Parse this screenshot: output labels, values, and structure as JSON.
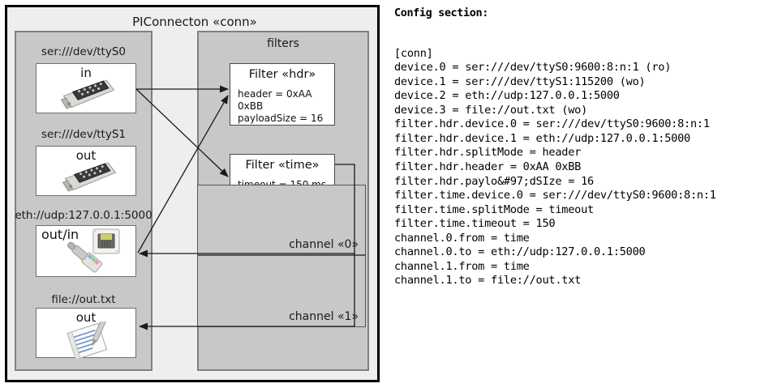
{
  "diagram": {
    "outer_title": "PIConnecton «conn»",
    "devices_group": {
      "title": "",
      "devices": [
        {
          "label": "ser:///dev/ttyS0",
          "direction": "in",
          "icon": "serial-port-icon"
        },
        {
          "label": "ser:///dev/ttyS1",
          "direction": "out",
          "icon": "serial-port-icon"
        },
        {
          "label": "eth://udp:127.0.0.1:5000",
          "direction": "out/in",
          "icon": "ethernet-port-icon"
        },
        {
          "label": "file://out.txt",
          "direction": "out",
          "icon": "text-file-icon"
        }
      ]
    },
    "filters_group": {
      "title": "filters",
      "filters": [
        {
          "title": "Filter «hdr»",
          "props": [
            "header = 0xAA 0xBB",
            "payloadSize = 16"
          ]
        },
        {
          "title": "Filter «time»",
          "props": [
            "timeout = 150 ms"
          ]
        }
      ],
      "channels": [
        {
          "label": "channel «0»"
        },
        {
          "label": "channel «1»"
        }
      ]
    }
  },
  "config": {
    "heading": "Config section:",
    "lines": "[conn]\ndevice.0 = ser:///dev/ttyS0:9600:8:n:1 (ro)\ndevice.1 = ser:///dev/ttyS1:115200 (wo)\ndevice.2 = eth://udp:127.0.0.1:5000\ndevice.3 = file://out.txt (wo)\nfilter.hdr.device.0 = ser:///dev/ttyS0:9600:8:n:1\nfilter.hdr.device.1 = eth://udp:127.0.0.1:5000\nfilter.hdr.splitMode = header\nfilter.hdr.header = 0xAA 0xBB\nfilter.hdr.paylo&#97;dSIze = 16\nfilter.time.device.0 = ser:///dev/ttyS0:9600:8:n:1\nfilter.time.splitMode = timeout\nfilter.time.timeout = 150\nchannel.0.from = time\nchannel.0.to = eth://udp:127.0.0.1:5000\nchannel.1.from = time\nchannel.1.to = file://out.txt"
  },
  "colors": {
    "canvas": "#ffffff",
    "outer_fill": "#eeeeee",
    "outer_stroke": "#000000",
    "group_fill": "#c8c8c8",
    "group_stroke": "#808080",
    "cell_fill": "#ffffff",
    "cell_stroke": "#6e6e6e",
    "wire": "#1a1a1a"
  }
}
